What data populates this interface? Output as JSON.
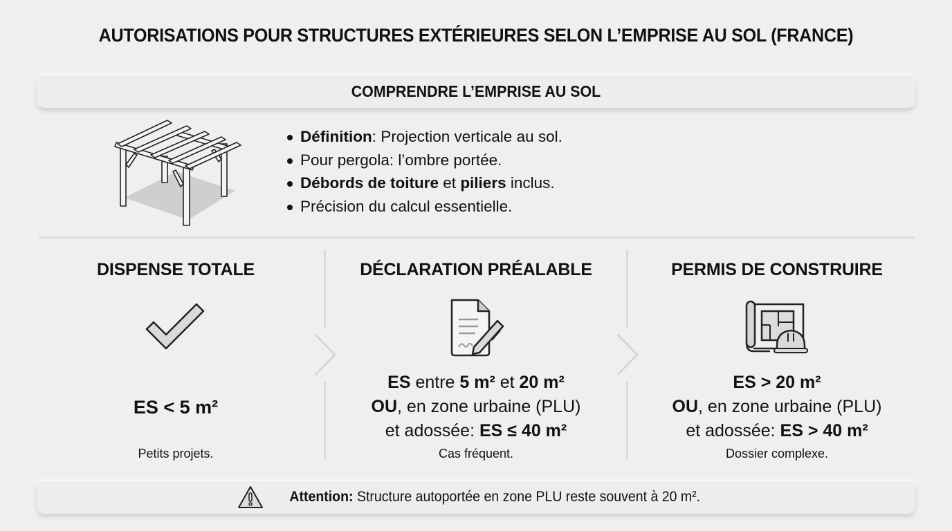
{
  "title": "AUTORISATIONS POUR STRUCTURES EXTÉRIEURES SELON L’EMPRISE AU SOL (FRANCE)",
  "section_header": "COMPRENDRE L’EMPRISE AU SOL",
  "illustration": "pergola-icon",
  "bullets": [
    {
      "bold": "Définition",
      "text": ": Projection verticale au sol."
    },
    {
      "text": "Pour pergola: l’ombre portée."
    },
    {
      "bold": "Débords de toiture",
      "mid": " et ",
      "bold2": "piliers",
      "text": " inclus."
    },
    {
      "text": "Précision du calcul essentielle."
    }
  ],
  "columns": [
    {
      "title": "DISPENSE TOTALE",
      "icon": "checkmark-icon",
      "rule_lines": [
        [
          {
            "b": "ES < 5 m²"
          }
        ]
      ],
      "note": "Petits projets."
    },
    {
      "title": "DÉCLARATION PRÉALABLE",
      "icon": "document-pen-icon",
      "rule_lines": [
        [
          {
            "b": "ES"
          },
          {
            "t": " entre "
          },
          {
            "b": "5 m²"
          },
          {
            "t": " et "
          },
          {
            "b": "20 m²"
          }
        ],
        [
          {
            "b": "OU"
          },
          {
            "t": ", en zone urbaine (PLU)"
          }
        ],
        [
          {
            "t": "et adossée: "
          },
          {
            "b": "ES ≤ 40 m²"
          }
        ]
      ],
      "note": "Cas fréquent."
    },
    {
      "title": "PERMIS DE CONSTRUIRE",
      "icon": "blueprint-helmet-icon",
      "rule_lines": [
        [
          {
            "b": "ES > 20 m²"
          }
        ],
        [
          {
            "b": "OU"
          },
          {
            "t": ", en zone urbaine (PLU)"
          }
        ],
        [
          {
            "t": "et adossée: "
          },
          {
            "b": "ES > 40 m²"
          }
        ]
      ],
      "note": "Dossier complexe."
    }
  ],
  "warning": {
    "icon": "warning-triangle-icon",
    "label": "Attention:",
    "text": " Structure autoportée en zone PLU reste souvent à 20 m²."
  },
  "colors": {
    "background": "#efefef",
    "panel": "#ededed",
    "text": "#111111",
    "divider": "#dadada"
  }
}
